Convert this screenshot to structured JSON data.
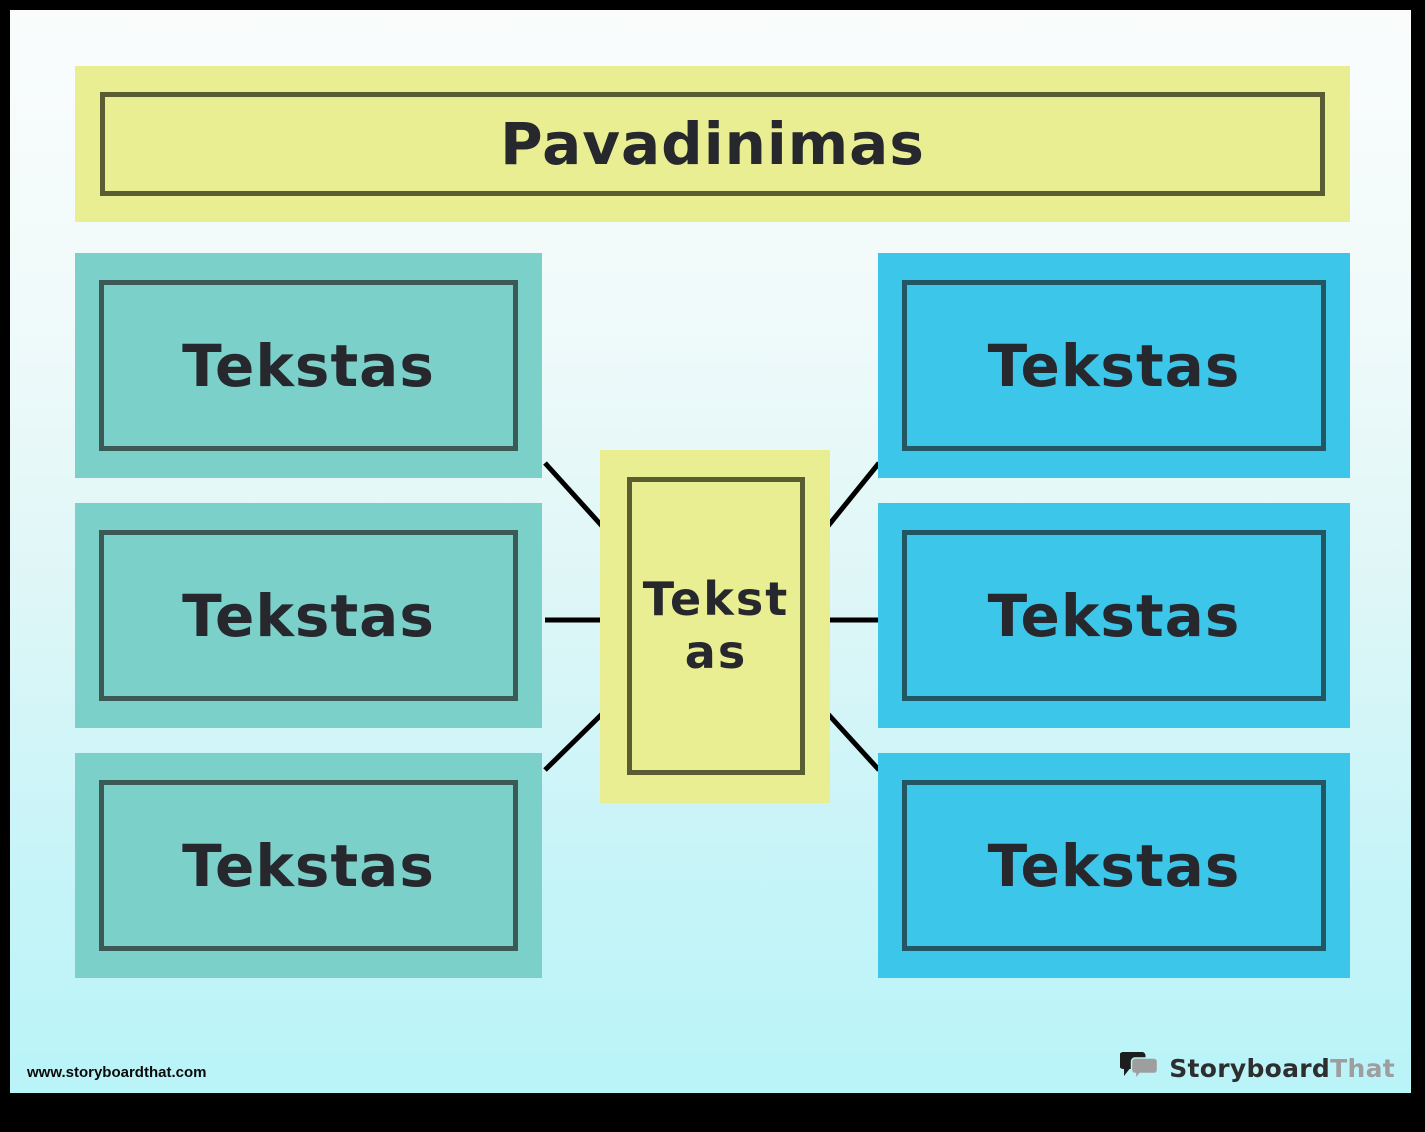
{
  "title_box": {
    "label": "Pavadinimas"
  },
  "diagram": {
    "center_node": {
      "label": "Tekstas"
    },
    "left_nodes": [
      {
        "label": "Tekstas"
      },
      {
        "label": "Tekstas"
      },
      {
        "label": "Tekstas"
      }
    ],
    "right_nodes": [
      {
        "label": "Tekstas"
      },
      {
        "label": "Tekstas"
      },
      {
        "label": "Tekstas"
      }
    ]
  },
  "footer": {
    "website": "www.storyboardthat.com",
    "logo_text_primary": "Storyboard",
    "logo_text_secondary": "That",
    "logo_icon": "speech-bubbles-icon"
  },
  "colors": {
    "frame": "#000000",
    "page_bg_top": "#fafcfc",
    "page_bg_bottom": "#b9f4f8",
    "title_fill": "#e9ee92",
    "title_border": "#5a5c31",
    "left_node_fill": "#7bd0ca",
    "left_node_border": "#3b5a55",
    "right_node_fill": "#3cc6e9",
    "right_node_border": "#215662",
    "center_fill": "#e9ee92",
    "center_border": "#5a5c31",
    "text": "#26282e",
    "connector": "#000000",
    "logo_gray": "#9e9e9e"
  }
}
